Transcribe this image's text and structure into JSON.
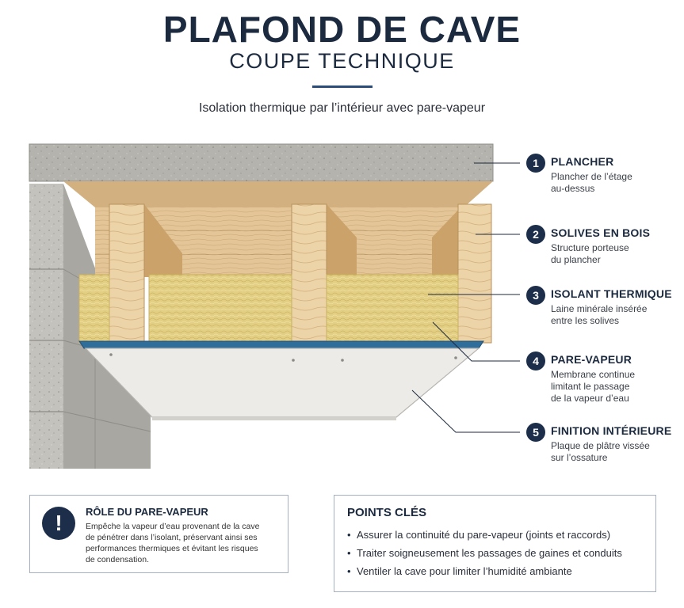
{
  "header": {
    "title": "PLAFOND DE CAVE",
    "subtitle": "COUPE TECHNIQUE",
    "tagline": "Isolation thermique par l’intérieur avec pare-vapeur"
  },
  "labels": [
    {
      "number": "1",
      "title": "PLANCHER",
      "lines": [
        "Plancher de l’étage",
        "au-dessus"
      ]
    },
    {
      "number": "2",
      "title": "SOLIVES EN BOIS",
      "lines": [
        "Structure porteuse",
        "du plancher"
      ]
    },
    {
      "number": "3",
      "title": "ISOLANT THERMIQUE",
      "lines": [
        "Laine minérale insérée",
        "entre les solives"
      ]
    },
    {
      "number": "4",
      "title": "PARE-VAPEUR",
      "lines": [
        "Membrane continue",
        "limitant le passage",
        "de la vapeur d’eau"
      ]
    },
    {
      "number": "5",
      "title": "FINITION INTÉRIEURE",
      "lines": [
        "Plaque de plâtre vissée",
        "sur l’ossature"
      ]
    }
  ],
  "role_box": {
    "icon": "exclamation-icon",
    "icon_glyph": "!",
    "title": "RÔLE DU PARE-VAPEUR",
    "lines": [
      "Empêche la vapeur d’eau provenant de la cave",
      "de pénétrer dans l’isolant, préservant ainsi ses",
      "performances thermiques et évitant les risques",
      "de condensation."
    ]
  },
  "points_box": {
    "title": "POINTS CLÉS",
    "bullet": "•",
    "items": [
      "Assurer la continuité du pare-vapeur (joints et raccords)",
      "Traiter soigneusement les passages de gaines et conduits",
      "Ventiler la cave pour limiter l’humidité ambiante"
    ]
  },
  "colors": {
    "navy": "#1c2e4a",
    "concrete": "#b4b2ad",
    "wood": "#e2c395",
    "insulation": "#e3cf83",
    "vapor_barrier": "#2f6d9a",
    "plaster": "#ecebe8"
  }
}
